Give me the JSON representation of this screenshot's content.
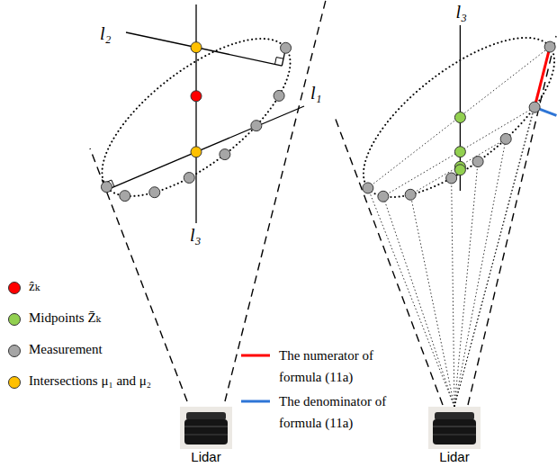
{
  "diagram": {
    "labels": [
      "l₂",
      "l₁",
      "l₃",
      "Lidar",
      "l₃",
      "Lidar"
    ],
    "legend": [
      {
        "text": "ẑₖ",
        "color": "#ff0000"
      },
      {
        "text": "Midpoints Z̄ₖ",
        "color": "#92d050"
      },
      {
        "text": "Measurement",
        "color": "#a6a6a6"
      },
      {
        "text": "Intersections μ₁ and μ₂",
        "color": "#ffc000"
      },
      {
        "text": "The numerator of formula (11a)"
      },
      {
        "text": "The denominator of formula (11a)"
      }
    ]
  }
}
